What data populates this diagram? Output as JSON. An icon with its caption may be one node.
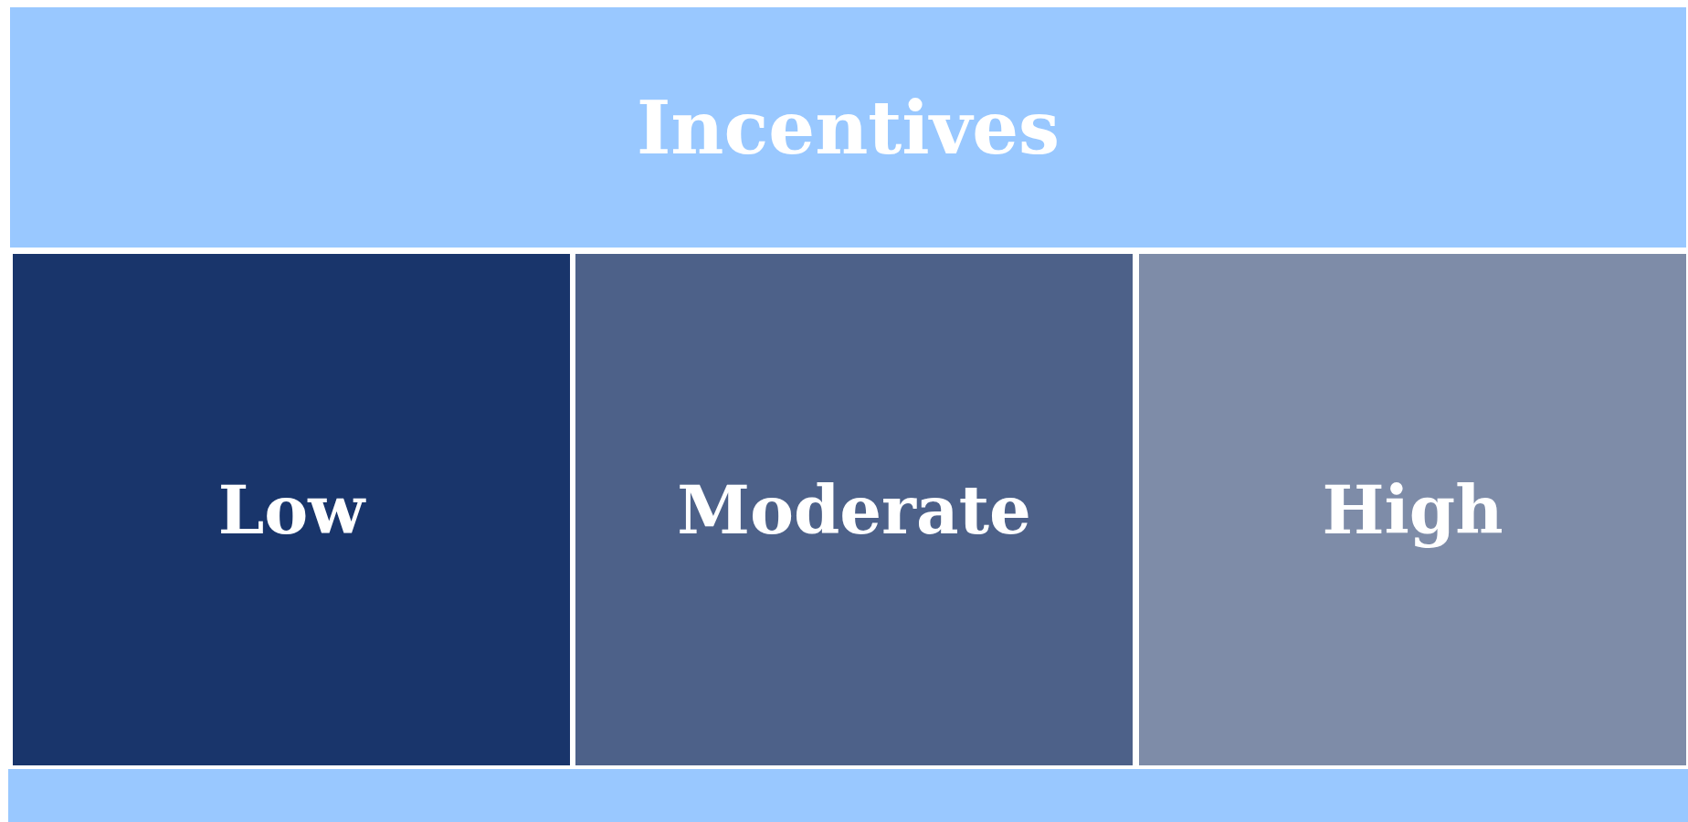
{
  "diagram": {
    "nodes": [
      {
        "text": [
          "Incentives"
        ]
      },
      {
        "text": [
          "Low"
        ]
      },
      {
        "text": [
          "Moderate"
        ]
      },
      {
        "text": [
          "High"
        ]
      },
      {
        "text": [],
        "shape": "bar"
      }
    ],
    "edges": []
  }
}
